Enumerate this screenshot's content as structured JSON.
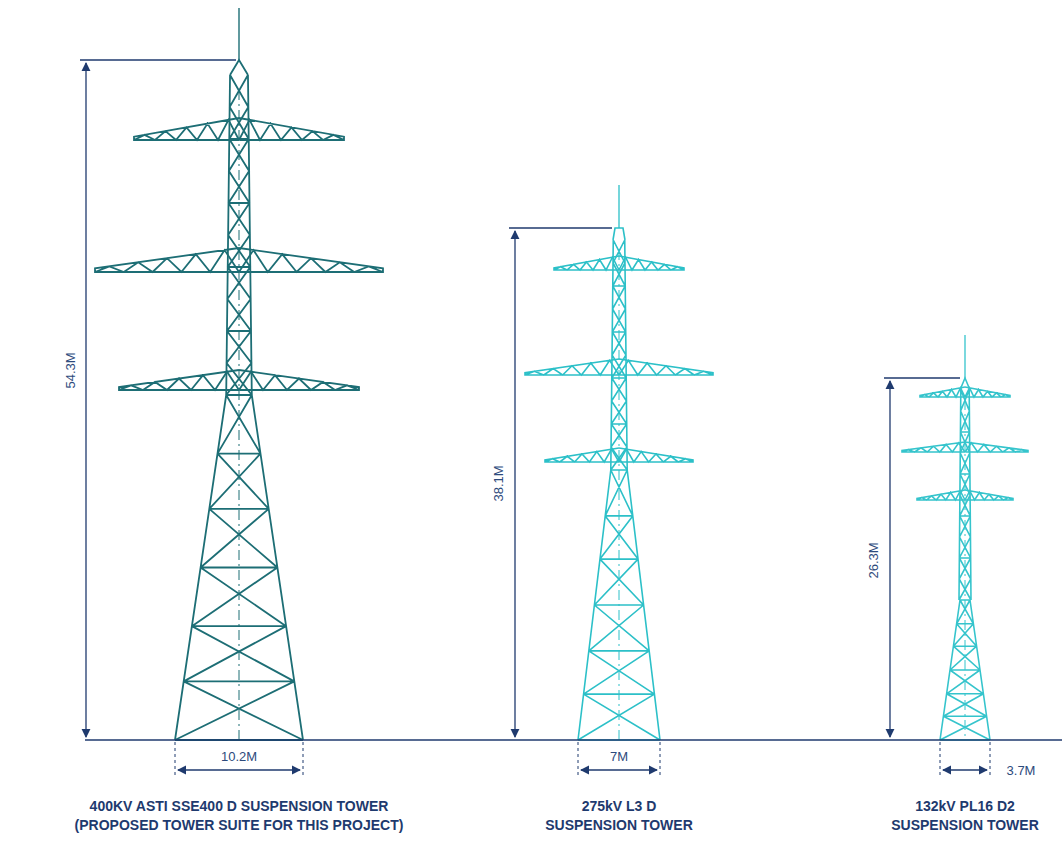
{
  "diagram": {
    "labels": [
      "54.3M",
      "10.2M",
      "38.1M",
      "7M",
      "26.3M",
      "3.7M",
      "400KV ASTI SSE400 D SUSPENSION TOWER (PROPOSED TOWER SUITE FOR THIS PROJECT)",
      "275kV L3 D SUSPENSION TOWER",
      "132kV PL16 D2 SUSPENSION TOWER"
    ]
  }
}
